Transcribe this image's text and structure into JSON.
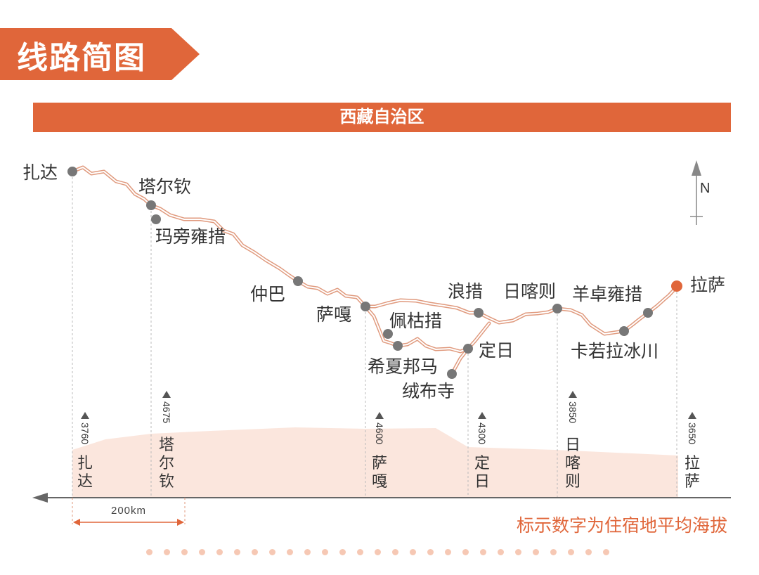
{
  "title": "线路简图",
  "region": "西藏自治区",
  "compass_label": "N",
  "colors": {
    "accent": "#e0663a",
    "route": "#e09a7e",
    "marker": "#777777",
    "destination": "#e0663a",
    "elevation_fill": "#fbe3d9"
  },
  "stops": [
    {
      "name": "扎达"
    },
    {
      "name": "塔尔钦"
    },
    {
      "name": "玛旁雍措"
    },
    {
      "name": "仲巴"
    },
    {
      "name": "萨嘎"
    },
    {
      "name": "佩枯措"
    },
    {
      "name": "希夏邦马"
    },
    {
      "name": "绒布寺"
    },
    {
      "name": "定日"
    },
    {
      "name": "浪措"
    },
    {
      "name": "日喀则"
    },
    {
      "name": "羊卓雍措"
    },
    {
      "name": "卡若拉冰川"
    },
    {
      "name": "拉萨"
    }
  ],
  "elevations": [
    {
      "place": "扎达",
      "altitude": "3760"
    },
    {
      "place": "塔尔钦",
      "altitude": "4675"
    },
    {
      "place": "萨嘎",
      "altitude": "4600"
    },
    {
      "place": "定日",
      "altitude": "4300"
    },
    {
      "place": "日喀则",
      "altitude": "3850"
    },
    {
      "place": "拉萨",
      "altitude": "3650"
    }
  ],
  "scale": "200km",
  "note": "标示数字为住宿地平均海拔"
}
